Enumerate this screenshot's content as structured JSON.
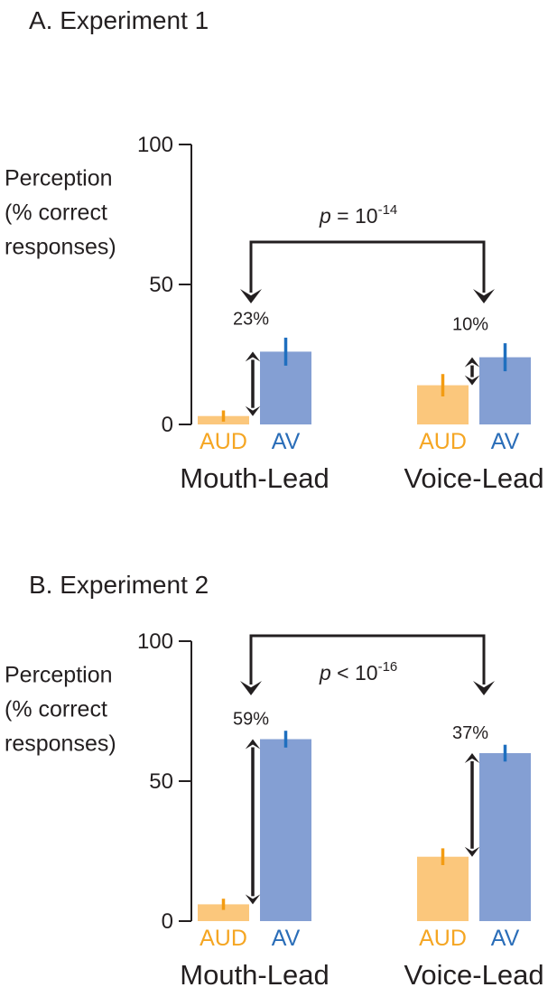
{
  "colors": {
    "aud_bar": "#fbc77c",
    "aud_err": "#f39c12",
    "av_bar": "#849fd3",
    "av_err": "#1f6fbf",
    "aud_text": "#f5a623",
    "av_text": "#2a6db8",
    "ink": "#231f20"
  },
  "chart_data": [
    {
      "type": "bar",
      "title": "A. Experiment 1",
      "ylabel": [
        "Perception",
        "(% correct",
        "responses)"
      ],
      "ylim": [
        0,
        100
      ],
      "yticks": [
        "0",
        "50",
        "100"
      ],
      "groups": [
        "Mouth-Lead",
        "Voice-Lead"
      ],
      "conditions": [
        "AUD",
        "AV"
      ],
      "series": [
        {
          "name": "AUD",
          "values": [
            3,
            14
          ],
          "err_low": [
            1,
            10
          ],
          "err_high": [
            5,
            18
          ]
        },
        {
          "name": "AV",
          "values": [
            26,
            24
          ],
          "err_low": [
            21,
            19
          ],
          "err_high": [
            31,
            29
          ]
        }
      ],
      "differences": [
        "23%",
        "10%"
      ],
      "pvalue": {
        "prefix": "p",
        "relation": " = 10",
        "exponent": "-14"
      },
      "bracket_position": "between"
    },
    {
      "type": "bar",
      "title": "B. Experiment 2",
      "ylabel": [
        "Perception",
        "(% correct",
        "responses)"
      ],
      "ylim": [
        0,
        100
      ],
      "yticks": [
        "0",
        "50",
        "100"
      ],
      "groups": [
        "Mouth-Lead",
        "Voice-Lead"
      ],
      "conditions": [
        "AUD",
        "AV"
      ],
      "series": [
        {
          "name": "AUD",
          "values": [
            6,
            23
          ],
          "err_low": [
            4,
            20
          ],
          "err_high": [
            8,
            26
          ]
        },
        {
          "name": "AV",
          "values": [
            65,
            60
          ],
          "err_low": [
            62,
            57
          ],
          "err_high": [
            68,
            63
          ]
        }
      ],
      "differences": [
        "59%",
        "37%"
      ],
      "pvalue": {
        "prefix": "p",
        "relation": " < 10",
        "exponent": "-16"
      },
      "bracket_position": "top"
    }
  ]
}
